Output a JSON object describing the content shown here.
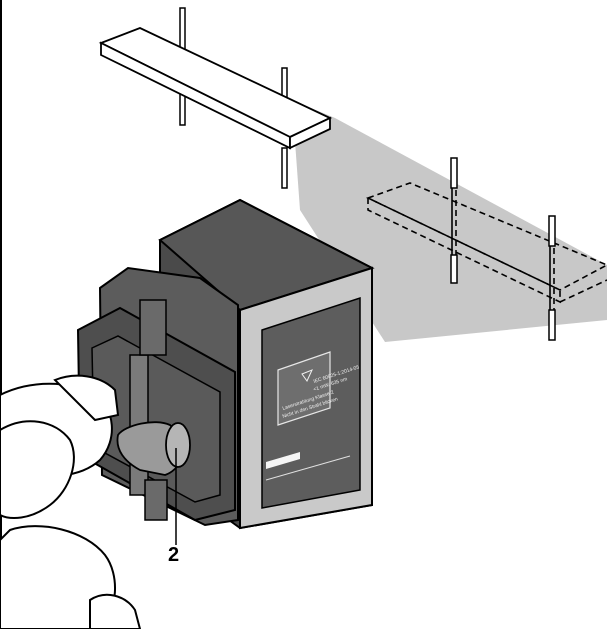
{
  "figure": {
    "callout_label": "2",
    "product_label": {
      "warning_line_1": "IEC 60825-1:2014-05",
      "warning_line_2": "<1 mW, 635 nm",
      "warning_line_3": "Laserstrahlung Klasse 2",
      "warning_line_4": "Nicht in den Strahl blicken"
    },
    "colors": {
      "laser_plane": "#c8c8c8",
      "housing_dark": "#4a4a4a",
      "housing_mid": "#6b6b6b",
      "outline": "#000000"
    }
  }
}
